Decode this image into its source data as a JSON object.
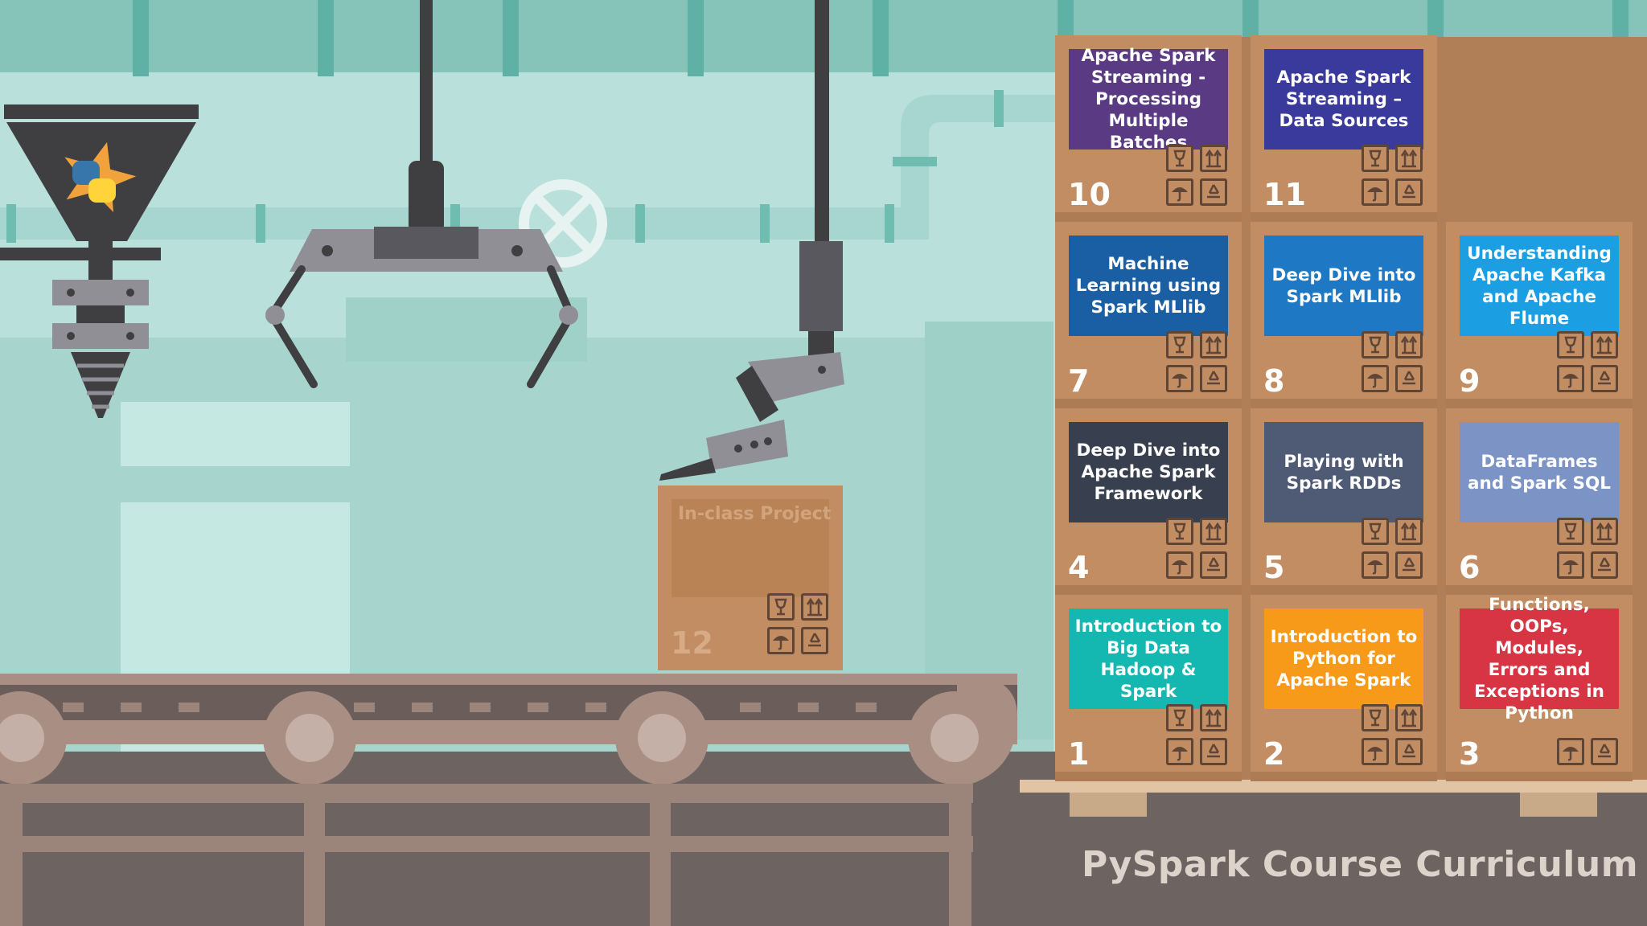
{
  "title": "PySpark Course Curriculum",
  "project": {
    "label": "In-class Project",
    "number": "12"
  },
  "modules": [
    {
      "number": "1",
      "title": "Introduction to Big Data Hadoop & Spark",
      "color": "#14b8b0"
    },
    {
      "number": "2",
      "title": "Introduction to Python for Apache Spark",
      "color": "#f79a1a"
    },
    {
      "number": "3",
      "title": "Functions, OOPs, Modules, Errors and Exceptions in Python",
      "color": "#d83544"
    },
    {
      "number": "4",
      "title": "Deep Dive into Apache Spark Framework",
      "color": "#38404f"
    },
    {
      "number": "5",
      "title": "Playing with Spark RDDs",
      "color": "#4f5a75"
    },
    {
      "number": "6",
      "title": "DataFrames and Spark SQL",
      "color": "#7c93c6"
    },
    {
      "number": "7",
      "title": "Machine Learning using Spark MLlib",
      "color": "#1a5fa3"
    },
    {
      "number": "8",
      "title": "Deep Dive into Spark MLlib",
      "color": "#1f78c3"
    },
    {
      "number": "9",
      "title": "Understanding Apache Kafka and Apache Flume",
      "color": "#1b9fe2"
    },
    {
      "number": "10",
      "title": "Apache Spark Streaming - Processing Multiple Batches",
      "color": "#5a3a82"
    },
    {
      "number": "11",
      "title": "Apache Spark Streaming – Data Sources",
      "color": "#3a3a9c"
    }
  ],
  "icons": [
    "fragile-glass-icon",
    "this-side-up-icon",
    "keep-dry-umbrella-icon",
    "recycle-icon"
  ]
}
